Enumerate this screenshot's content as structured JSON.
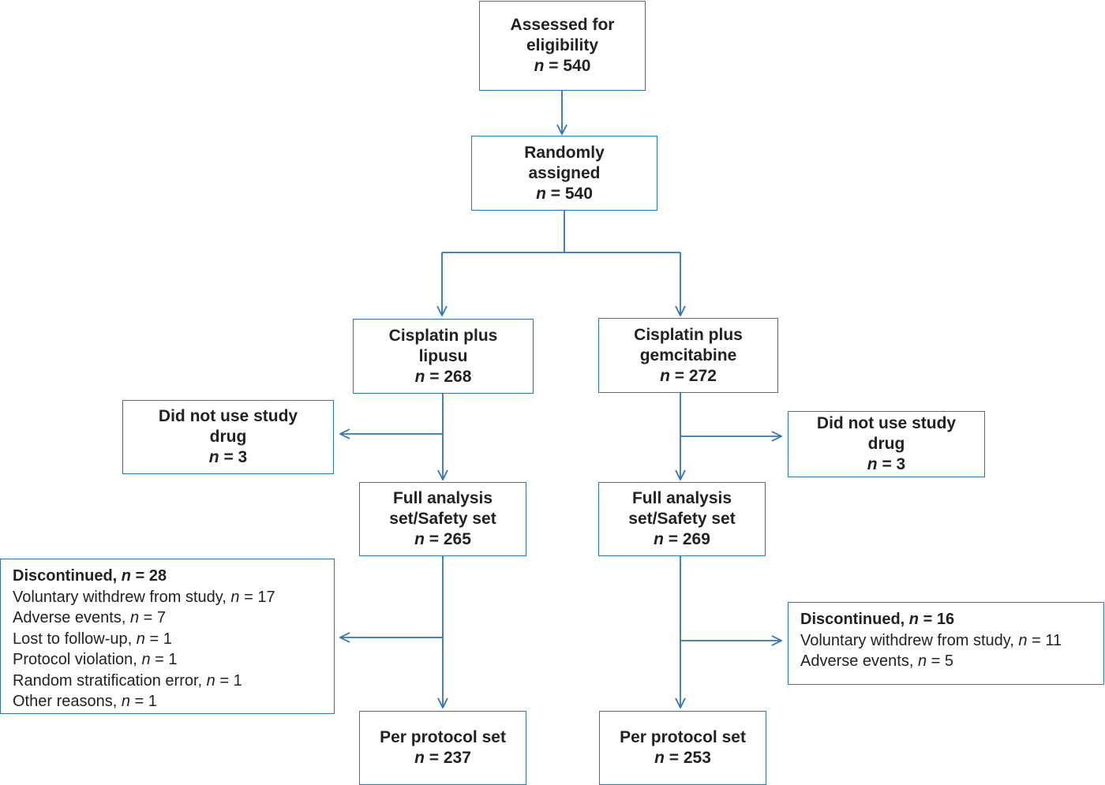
{
  "nodes": {
    "assessed": {
      "lines": [
        "Assessed for",
        "eligibility"
      ],
      "n_label": "n",
      "n_value": "= 540"
    },
    "randomized": {
      "lines": [
        "Randomly",
        "assigned"
      ],
      "n_label": "n",
      "n_value": "= 540"
    },
    "arm_left": {
      "lines": [
        "Cisplatin plus",
        "lipusu"
      ],
      "n_label": "n",
      "n_value": "= 268"
    },
    "arm_right": {
      "lines": [
        "Cisplatin plus",
        "gemcitabine"
      ],
      "n_label": "n",
      "n_value": "= 272"
    },
    "nodrug_left": {
      "lines": [
        "Did not use study",
        "drug"
      ],
      "n_label": "n",
      "n_value": "= 3"
    },
    "nodrug_right": {
      "lines": [
        "Did not use study",
        "drug"
      ],
      "n_label": "n",
      "n_value": "= 3"
    },
    "fas_left": {
      "lines": [
        "Full analysis",
        "set/Safety set"
      ],
      "n_label": "n",
      "n_value": "= 265"
    },
    "fas_right": {
      "lines": [
        "Full analysis",
        "set/Safety set"
      ],
      "n_label": "n",
      "n_value": "= 269"
    },
    "pps_left": {
      "lines": [
        "Per protocol set"
      ],
      "n_label": "n",
      "n_value": "= 237"
    },
    "pps_right": {
      "lines": [
        "Per protocol set"
      ],
      "n_label": "n",
      "n_value": "= 253"
    }
  },
  "discontinued_left": {
    "heading": "Discontinued,",
    "n_label": "n",
    "n_value": "= 28",
    "reasons": [
      {
        "text": "Voluntary withdrew from study,",
        "n_label": "n",
        "n_value": "= 17"
      },
      {
        "text": "Adverse events,",
        "n_label": "n",
        "n_value": "= 7"
      },
      {
        "text": "Lost to follow-up,",
        "n_label": "n",
        "n_value": "= 1"
      },
      {
        "text": "Protocol violation,",
        "n_label": "n",
        "n_value": "= 1"
      },
      {
        "text": "Random stratification error,",
        "n_label": "n",
        "n_value": "= 1"
      },
      {
        "text": "Other reasons,",
        "n_label": "n",
        "n_value": "= 1"
      }
    ]
  },
  "discontinued_right": {
    "heading": "Discontinued,",
    "n_label": "n",
    "n_value": "= 16",
    "reasons": [
      {
        "text": "Voluntary withdrew from study,",
        "n_label": "n",
        "n_value": "= 11"
      },
      {
        "text": "Adverse events,",
        "n_label": "n",
        "n_value": "= 5"
      }
    ]
  },
  "colors": {
    "border": "#2e75b6",
    "arrow": "#2e75b6",
    "text": "#222222"
  }
}
